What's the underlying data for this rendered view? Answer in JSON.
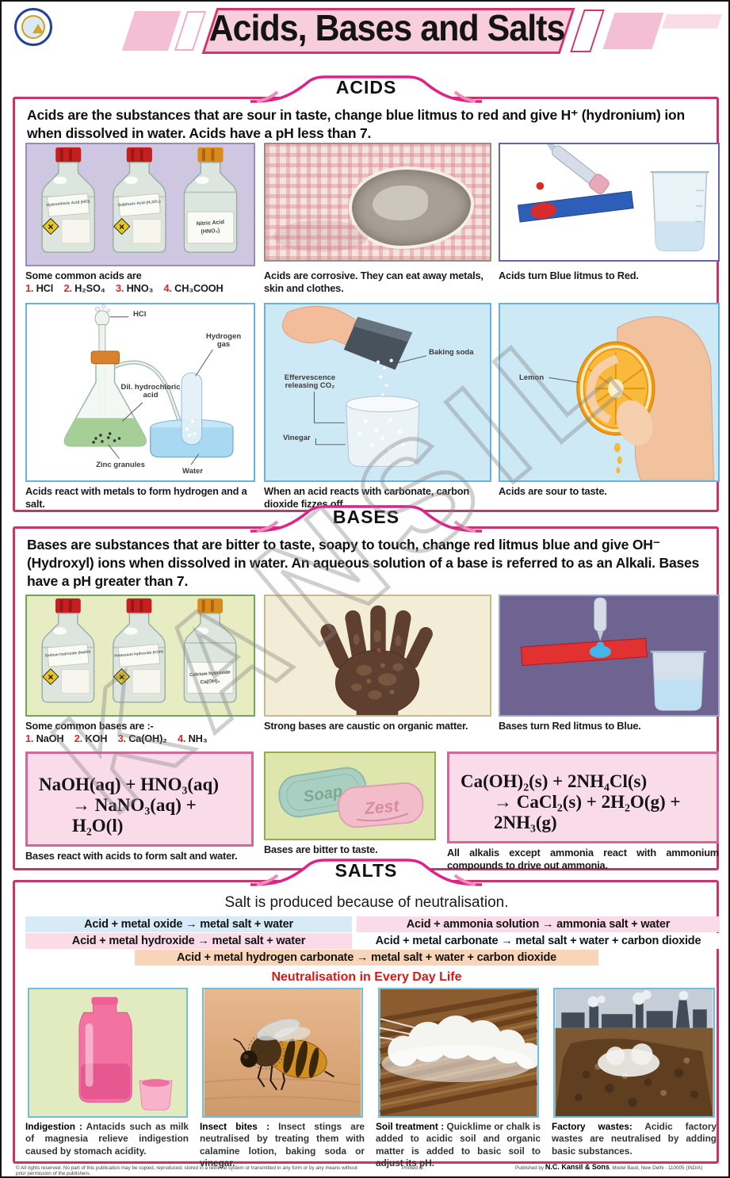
{
  "header": {
    "title": "Acids, Bases and Salts"
  },
  "watermark": {
    "text": "KANSIL"
  },
  "colors": {
    "accent_magenta": "#d6336c",
    "banner_pink": "#f8cedd",
    "number_red": "#d42a2a",
    "heading_red": "#e01616",
    "litmus_blue": "#2e5fb8",
    "litmus_red": "#e23131",
    "reaction_blue_bg": "#d6ebf7",
    "reaction_pink_bg": "#fbdbe7",
    "reaction_peach_bg": "#f8d4b8",
    "equation_box_bg": "#fadce9"
  },
  "acids": {
    "tab": "ACIDS",
    "intro": "Acids are the substances that are sour in taste, change blue litmus to red and give H⁺ (hydronium) ion when dissolved in water. Acids have a pH less than 7.",
    "bottles": {
      "b1": "Hydrochloric Acid (HCl)",
      "b2": "Sulphuric Acid (H₂SO₄)",
      "b3a": "Nitric Acid",
      "b3b": "(HNO₃)"
    },
    "common_label": "Some common acids are",
    "list": [
      {
        "n": "1.",
        "f": "HCl"
      },
      {
        "n": "2.",
        "f": "H₂SO₄"
      },
      {
        "n": "3.",
        "f": "HNO₃"
      },
      {
        "n": "4.",
        "f": "CH₃COOH"
      }
    ],
    "cap_corrosive": "Acids are corrosive. They can eat away metals, skin and clothes.",
    "cap_litmus": "Acids turn Blue litmus to Red.",
    "flask": {
      "labels": {
        "hcl": "HCl",
        "h2": "Hydrogen gas",
        "dil": "Dil. hydrochloric acid",
        "zinc": "Zinc granules",
        "water": "Water"
      },
      "caption": "Acids react with metals to form hydrogen and a salt."
    },
    "soda": {
      "labels": {
        "baking": "Baking soda",
        "eff": "Effervescence releasing CO₂",
        "vinegar": "Vinegar"
      },
      "caption": "When an acid reacts with carbonate, carbon dioxide fizzes off."
    },
    "lemon": {
      "label": "Lemon",
      "caption": "Acids are sour to taste."
    }
  },
  "bases": {
    "tab": "BASES",
    "intro": "Bases are substances that are bitter to taste, soapy to touch, change red litmus blue and give OH⁻ (Hydroxyl) ions when dissolved in water. An aqueous solution of a base is referred to as an Alkali. Bases have a pH greater than 7.",
    "bottles": {
      "b1": "Sodium hydroxide (NaOH)",
      "b2": "Potassium hydroxide (KOH)",
      "b3a": "Calcium hydroxide",
      "b3b": "Ca(OH)₂"
    },
    "common_label": "Some common bases are :-",
    "list": [
      {
        "n": "1.",
        "f": "NaOH"
      },
      {
        "n": "2.",
        "f": "KOH"
      },
      {
        "n": "3.",
        "f": "Ca(OH)₂"
      },
      {
        "n": "4.",
        "f": "NH₃"
      }
    ],
    "cap_caustic": "Strong bases are caustic on organic matter.",
    "cap_litmus": "Bases turn Red litmus to Blue.",
    "eq1": {
      "line1": "NaOH(aq) + HNO₃(aq)",
      "line2": "→ NaNO₃(aq) + H₂O(l)",
      "caption": "Bases react with acids to form salt and water."
    },
    "soap": {
      "brand1": "Soap",
      "brand2": "Zest",
      "caption": "Bases are bitter to taste."
    },
    "eq2": {
      "line1": "Ca(OH)₂(s) + 2NH₄Cl(s)",
      "line2": "→ CaCl₂(s) + 2H₂O(g) + 2NH₃(g)",
      "caption": "All alkalis except ammonia react with ammonium compounds to drive out ammonia."
    }
  },
  "salts": {
    "tab": "SALTS",
    "subtitle": "Salt is produced because of neutralisation.",
    "reactions": {
      "r1": "Acid + metal oxide → metal salt + water",
      "r2": "Acid + metal hydroxide → metal salt + water",
      "r3": "Acid + ammonia solution → ammonia salt + water",
      "r4": "Acid + metal carbonate → metal salt + water + carbon dioxide",
      "r5": "Acid + metal hydrogen carbonate → metal salt + water + carbon dioxide"
    },
    "everyday": "Neutralisation in Every Day Life",
    "examples": [
      {
        "lead": "Indigestion :",
        "text": " Antacids such as milk of magnesia relieve indigestion caused by stomach acidity."
      },
      {
        "lead": "Insect bites :",
        "text": " Insect stings are neutralised by treating them with calamine lotion, baking soda or vinegar."
      },
      {
        "lead": "Soil treatment :",
        "text": " Quicklime or chalk is added to acidic soil and organic matter is added to basic soil to adjust its pH."
      },
      {
        "lead": "Factory wastes:",
        "text": " Acidic factory wastes are neutralised by adding basic substances."
      }
    ]
  },
  "footer": {
    "left": "© All rights reserved. No part of this publication may be copied, reproduced, stored in a retrieval system or transmitted in any form or by any means without prior permission of the publishers.",
    "center": "Printed at :",
    "right_pre": "Published by ",
    "right_bold": "N.C. Kansil & Sons",
    "right_post": ", Model Basti, New Delhi - 110005 (INDIA)"
  }
}
